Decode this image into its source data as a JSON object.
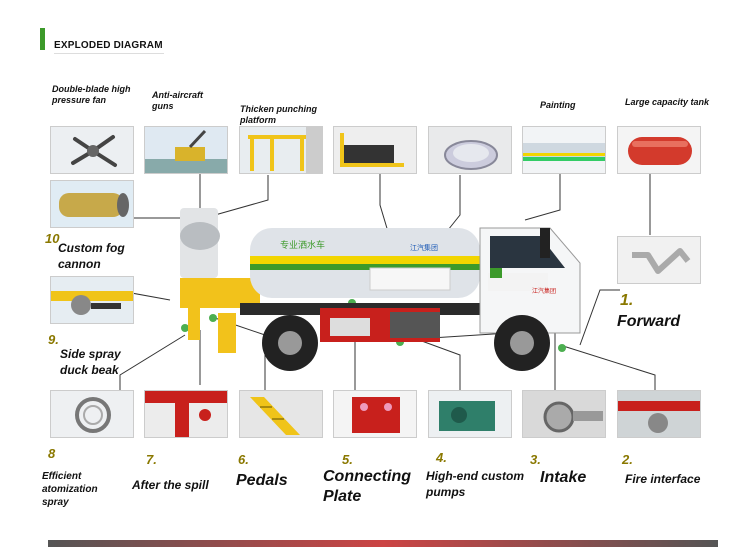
{
  "header": {
    "title": "EXPLODED DIAGRAM"
  },
  "top_labels": {
    "fan": "Double-blade high pressure fan",
    "guns": "Anti-aircraft guns",
    "platform": "Thicken punching platform",
    "painting": "Painting",
    "tank": "Large capacity tank"
  },
  "side_labels": {
    "fog_num": "10",
    "fog": "Custom fog cannon",
    "spray_num": "9.",
    "spray": "Side spray duck beak",
    "forward_num": "1.",
    "forward": "Forward"
  },
  "bottom_labels": {
    "n8": "8",
    "l8": "Efficient atomization spray",
    "n7": "7.",
    "l7": "After the spill",
    "n6": "6.",
    "l6": "Pedals",
    "n5": "5.",
    "l5": "Connecting Plate",
    "n4": "4.",
    "l4": "High-end custom pumps",
    "n3": "3.",
    "l3": "Intake",
    "n2": "2.",
    "l2": "Fire interface"
  },
  "truck_text": {
    "tank_text": "专业洒水车",
    "brand": "江汽集团",
    "cab_text": "江汽集团"
  },
  "colors": {
    "accent": "#3c9a2a",
    "callout": "#4caf50",
    "tank_stripe": "#f2d500",
    "red_part": "#c8201c"
  }
}
